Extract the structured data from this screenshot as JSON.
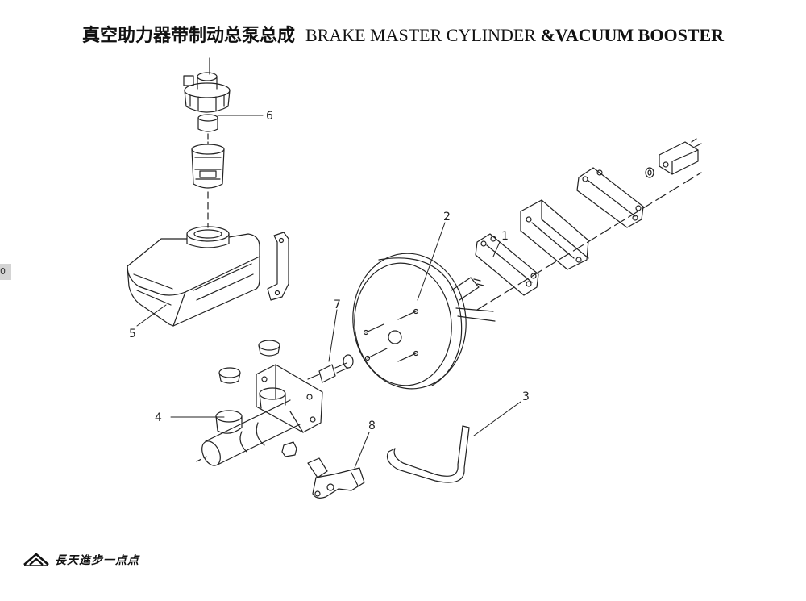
{
  "title": {
    "chinese": "真空助力器带制动总泵总成",
    "english_regular": "BRAKE MASTER CYLINDER ",
    "english_bold": "&VACUUM BOOSTER"
  },
  "edge_tag": "0",
  "callouts": [
    "1",
    "2",
    "3",
    "4",
    "5",
    "6",
    "7",
    "8"
  ],
  "footer": {
    "brand_text": "長天進步一点点"
  },
  "icons": {
    "logo": "company-logo-icon"
  }
}
